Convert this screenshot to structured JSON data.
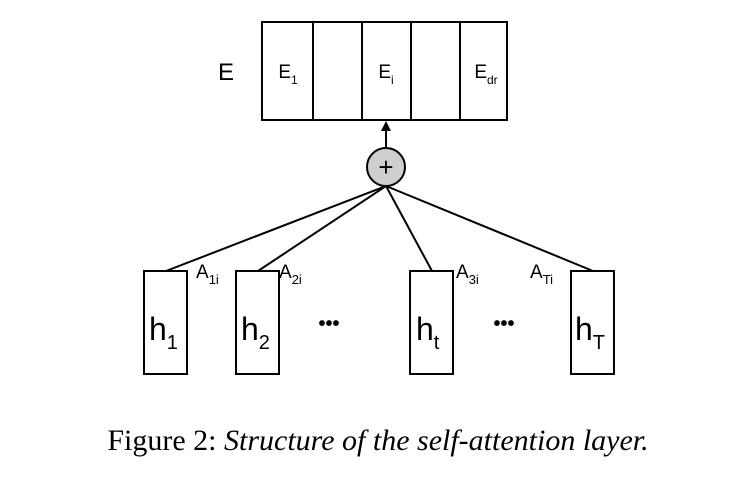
{
  "embedding": {
    "label": "E",
    "cells": [
      {
        "main": "E",
        "sub": "1"
      },
      {
        "main": "",
        "sub": ""
      },
      {
        "main": "E",
        "sub": "i"
      },
      {
        "main": "",
        "sub": ""
      },
      {
        "main": "E",
        "sub": "dr"
      }
    ]
  },
  "sum_node": {
    "symbol": "+",
    "fill_color": "#cfcfcf"
  },
  "hidden_states": [
    {
      "main": "h",
      "sub": "1"
    },
    {
      "main": "h",
      "sub": "2"
    },
    {
      "main": "h",
      "sub": "t"
    },
    {
      "main": "h",
      "sub": "T"
    }
  ],
  "ellipsis": [
    "•••",
    "•••"
  ],
  "attention_labels": [
    {
      "main": "A",
      "sub": "1i"
    },
    {
      "main": "A",
      "sub": "2i"
    },
    {
      "main": "A",
      "sub": "3i"
    },
    {
      "main": "A",
      "sub": "Ti"
    }
  ],
  "caption": {
    "prefix": "Figure 2: ",
    "text": "Structure of the self-attention layer."
  }
}
